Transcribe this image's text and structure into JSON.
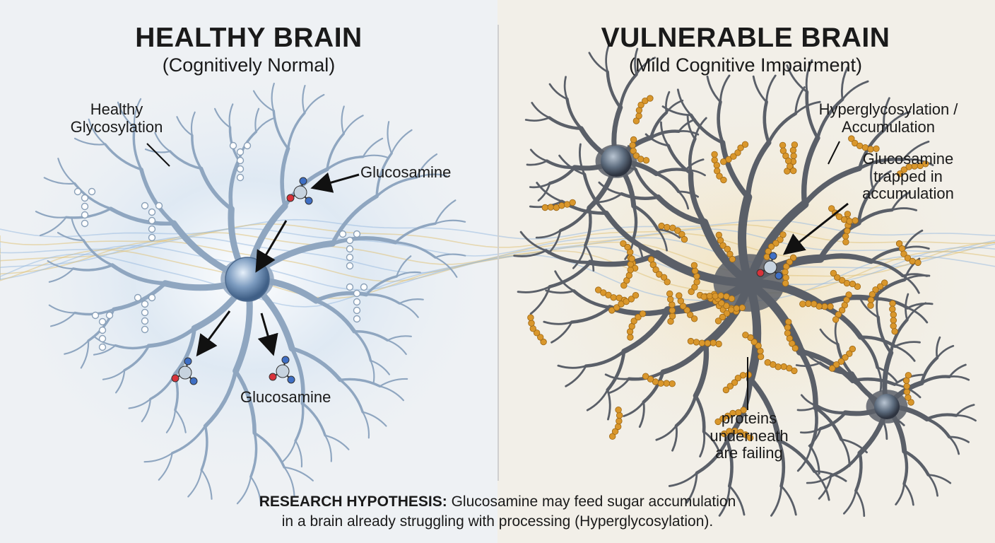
{
  "panels": {
    "left": {
      "title": "HEALTHY BRAIN",
      "subtitle": "(Cognitively Normal)",
      "labels": {
        "glycosylation_line1": "Healthy",
        "glycosylation_line2": "Glycosylation",
        "glucosamine_top": "Glucosamine",
        "glucosamine_bottom": "Glucosamine"
      }
    },
    "right": {
      "title": "VULNERABLE BRAIN",
      "subtitle": "(Mild Cognitive Impairment)",
      "labels": {
        "hyper_line1": "Hyperglycosylation /",
        "hyper_line2": "Accumulation",
        "trapped_line1": "Glucosamine",
        "trapped_line2": "trapped in",
        "trapped_line3": "accumulation",
        "proteins_line1": "proteins",
        "proteins_line2": "underneath",
        "proteins_line3": "are failing"
      }
    }
  },
  "footer": {
    "lead": "RESEARCH HYPOTHESIS:",
    "line1": "Glucosamine may feed sugar accumulation",
    "line2": "in a brain already struggling with processing (Hyperglycosylation)."
  },
  "colors": {
    "healthy_neuron": "#8fa6c0",
    "healthy_glow": "#dbe7f3",
    "vulnerable_neuron": "#5a5f68",
    "sugar_beads": "#d9972c",
    "wave_blue": "#9bbbe0",
    "wave_gold": "#e0c27a",
    "nucleus": "#6f92b8",
    "molecule_blue": "#3f6fc4",
    "molecule_red": "#d8323a"
  },
  "icons": [
    "healthy-neuron",
    "vulnerable-neuron",
    "glucosamine-molecule",
    "sugar-chain",
    "arrow"
  ]
}
